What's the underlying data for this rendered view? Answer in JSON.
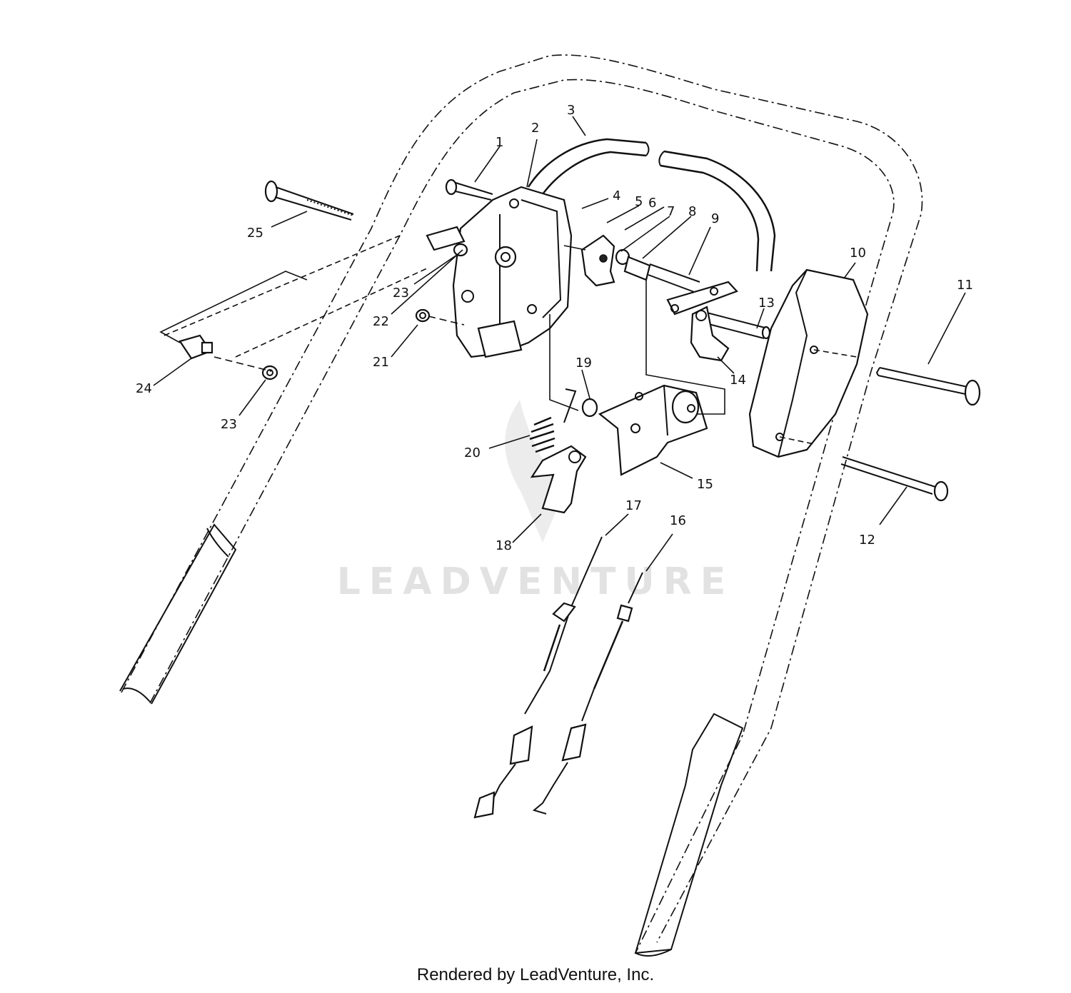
{
  "watermark": {
    "text": "LEADVENTURE"
  },
  "footer": {
    "credit": "Rendered by LeadVenture, Inc."
  },
  "callouts": [
    {
      "id": "c1",
      "label": "1"
    },
    {
      "id": "c2",
      "label": "2"
    },
    {
      "id": "c3",
      "label": "3"
    },
    {
      "id": "c4",
      "label": "4"
    },
    {
      "id": "c5",
      "label": "5"
    },
    {
      "id": "c6",
      "label": "6"
    },
    {
      "id": "c7",
      "label": "7"
    },
    {
      "id": "c8",
      "label": "8"
    },
    {
      "id": "c9",
      "label": "9"
    },
    {
      "id": "c10",
      "label": "10"
    },
    {
      "id": "c11",
      "label": "11"
    },
    {
      "id": "c12",
      "label": "12"
    },
    {
      "id": "c13",
      "label": "13"
    },
    {
      "id": "c14",
      "label": "14"
    },
    {
      "id": "c15",
      "label": "15"
    },
    {
      "id": "c16",
      "label": "16"
    },
    {
      "id": "c17",
      "label": "17"
    },
    {
      "id": "c18",
      "label": "18"
    },
    {
      "id": "c19",
      "label": "19"
    },
    {
      "id": "c20",
      "label": "20"
    },
    {
      "id": "c21",
      "label": "21"
    },
    {
      "id": "c22",
      "label": "22"
    },
    {
      "id": "c23a",
      "label": "23"
    },
    {
      "id": "c23b",
      "label": "23"
    },
    {
      "id": "c24",
      "label": "24"
    },
    {
      "id": "c25",
      "label": "25"
    }
  ]
}
